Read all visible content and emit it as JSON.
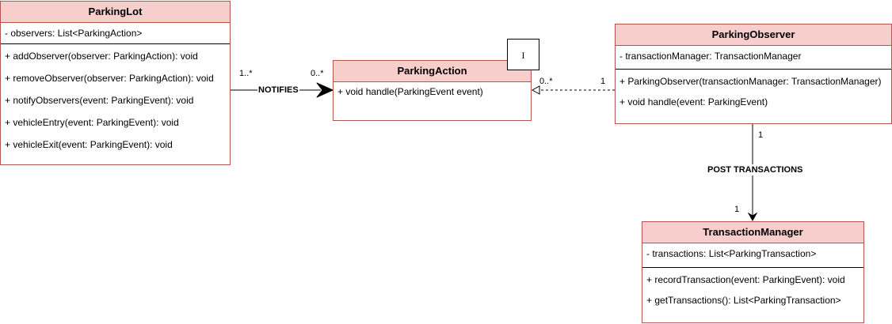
{
  "classes": {
    "parking_lot": {
      "name": "ParkingLot",
      "attributes": [
        "- observers: List<ParkingAction>"
      ],
      "operations": [
        "+ addObserver(observer: ParkingAction): void",
        "+ removeObserver(observer: ParkingAction): void",
        "+ notifyObservers(event: ParkingEvent): void",
        "+ vehicleEntry(event: ParkingEvent): void",
        "+ vehicleExit(event: ParkingEvent): void"
      ]
    },
    "parking_action": {
      "name": "ParkingAction",
      "stereotype": "I",
      "operations": [
        "+ void handle(ParkingEvent event)"
      ]
    },
    "parking_observer": {
      "name": "ParkingObserver",
      "attributes": [
        "- transactionManager: TransactionManager"
      ],
      "operations": [
        "+ ParkingObserver(transactionManager: TransactionManager)",
        "+ void handle(event: ParkingEvent)"
      ]
    },
    "transaction_manager": {
      "name": "TransactionManager",
      "attributes": [
        "- transactions: List<ParkingTransaction>"
      ],
      "operations": [
        "+ recordTransaction(event: ParkingEvent): void",
        "+ getTransactions(): List<ParkingTransaction>"
      ]
    }
  },
  "relations": {
    "notifies": {
      "label": "NOTIFIES",
      "source_mult": "1..*",
      "target_mult": "0..*"
    },
    "realization": {
      "source_mult": "1",
      "target_mult": "0..*"
    },
    "post": {
      "label": "POST TRANSACTIONS",
      "source_mult": "1",
      "target_mult": "1"
    }
  }
}
